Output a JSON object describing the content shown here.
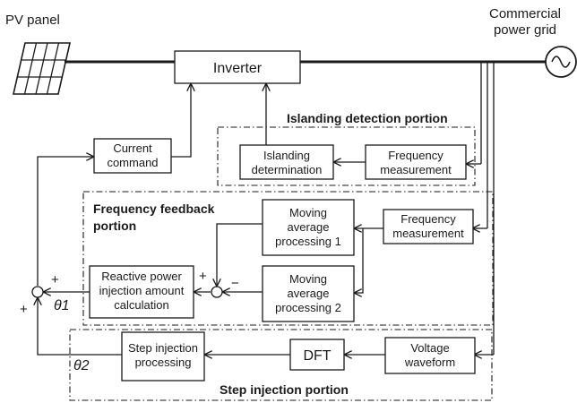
{
  "labels": {
    "pv_panel": "PV panel",
    "grid_line1": "Commercial",
    "grid_line2": "power grid",
    "inverter": "Inverter",
    "current_command_1": "Current",
    "current_command_2": "command",
    "islanding_portion": "Islanding detection portion",
    "islanding_det_1": "Islanding",
    "islanding_det_2": "determination",
    "freq_meas_1": "Frequency",
    "freq_meas_2": "measurement",
    "freq_feedback_1": "Frequency feedback",
    "freq_feedback_2": "portion",
    "mov_avg1_1": "Moving",
    "mov_avg1_2": "average",
    "mov_avg1_3": "processing 1",
    "mov_avg2_1": "Moving",
    "mov_avg2_2": "average",
    "mov_avg2_3": "processing 2",
    "freq_meas2_1": "Frequency",
    "freq_meas2_2": "measurement",
    "reactive_1": "Reactive power",
    "reactive_2": "injection amount",
    "reactive_3": "calculation",
    "step_inj_1": "Step injection",
    "step_inj_2": "processing",
    "dft": "DFT",
    "voltage_1": "Voltage",
    "voltage_2": "waveform",
    "step_portion": "Step injection portion",
    "plus": "+",
    "minus": "−",
    "theta1": "θ1",
    "theta2": "θ2"
  }
}
